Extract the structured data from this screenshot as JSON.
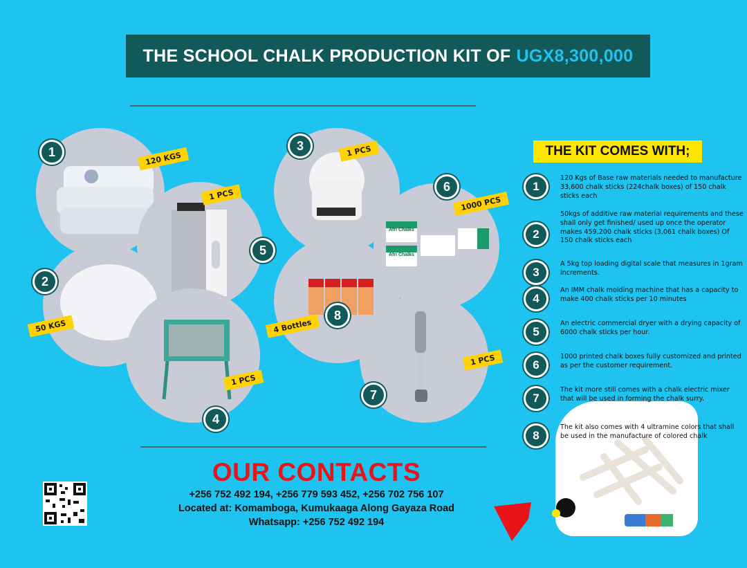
{
  "header": {
    "title": "THE SCHOOL CHALK PRODUCTION KIT OF",
    "price": "UGX8,300,000"
  },
  "product_tags": {
    "item1": "120 KGS",
    "item2": "50 KGS",
    "item3": "1 PCS",
    "item4": "1 PCS",
    "item5": "1 PCS",
    "item6": "1000 PCS",
    "item7": "1 PCS",
    "item8": "4 Bottles"
  },
  "box_labels": {
    "brand": "Afri Chalks"
  },
  "kit": {
    "title": "THE KIT COMES WITH;",
    "items": [
      {
        "num": "1",
        "text": "120 Kgs of Base raw materials needed to manufacture 33,600 chalk sticks (224chalk boxes) of 150 chalk sticks each"
      },
      {
        "num": "2",
        "text": "50kgs of additive raw material requirements and these shall only get finished/ used up once the operator makes 459,200 chalk sticks (3,061 chalk boxes) Of 150 chalk sticks each"
      },
      {
        "num": "3",
        "text": "A 5kg top loading digital scale that measures in 1gram increments."
      },
      {
        "num": "4",
        "text": "An IMM chalk molding machine that has a capacity to make 400 chalk sticks per 10 minutes"
      },
      {
        "num": "5",
        "text": "An electric commercial dryer with a drying capacity of 6000 chalk sticks per hour."
      },
      {
        "num": "6",
        "text": "1000 printed chalk boxes fully customized and printed as per the customer requirement."
      },
      {
        "num": "7",
        "text": "The kit more still comes with a chalk electric mixer that will be used in forming the chalk surry."
      },
      {
        "num": "8",
        "text": "The kit also comes with  4 ultramine colors  that shall be used in the manufacture of colored chalk"
      }
    ]
  },
  "contacts": {
    "title": "OUR CONTACTS",
    "phones": "+256 752 492 194, +256 779 593 452, +256 702 756 107",
    "location": "Located at: Komamboga, Kumukaaga Along Gayaza Road",
    "whatsapp": "Whatsapp: +256 752 492 194"
  },
  "colors": {
    "background": "#1fc3ef",
    "banner": "#12595a",
    "accent": "#ffd200",
    "contact_title": "#e8141a"
  }
}
